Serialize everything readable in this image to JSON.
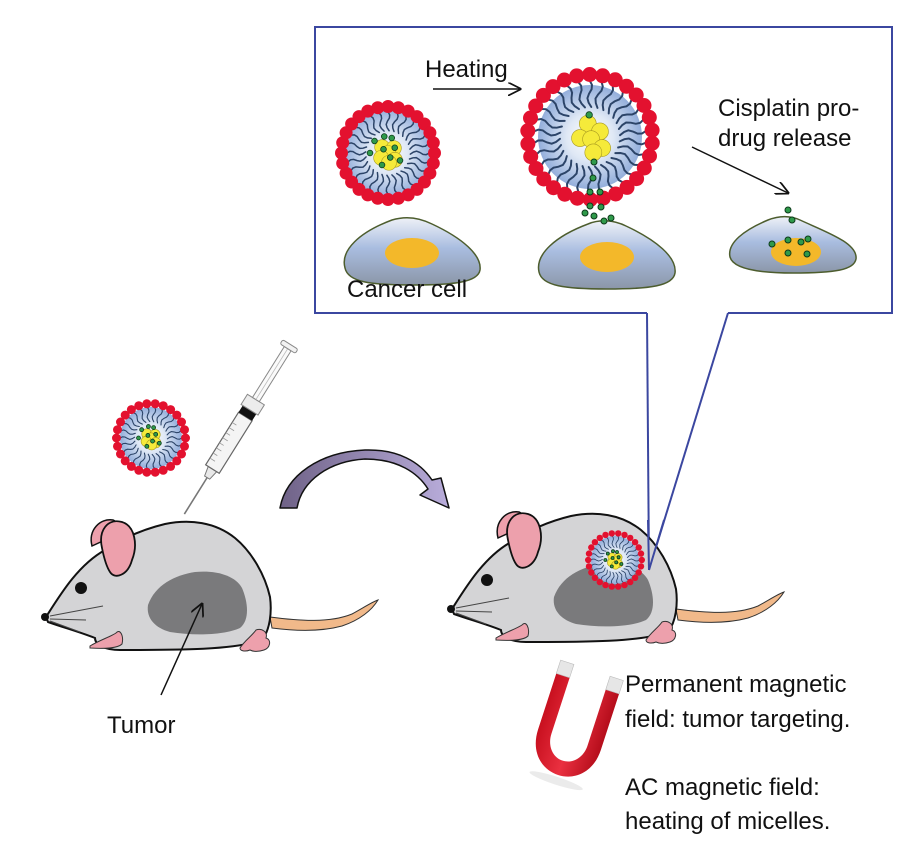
{
  "figure": {
    "title": "Magnetic micelle cisplatin prodrug delivery scheme",
    "colors": {
      "callout_border": "#3b47a0",
      "micelle_head": "#e3112f",
      "micelle_halo": "#9db6dc",
      "micelle_tail": "#2c4468",
      "core_particle": "#f5ea3a",
      "drug": "#1f7a3a",
      "cell_body": "#9fb3d4",
      "cell_outline": "#4d5d2e",
      "nucleus": "#f3b82a",
      "mouse_body": "#d4d4d6",
      "tumor": "#7a7a7c",
      "ear_paw": "#eda0ac",
      "tail": "#f1b98a",
      "transfer_arrow": "#9487b3",
      "magnet": "#d92232",
      "magnet_tip": "#e6e6e6"
    }
  },
  "callout": {
    "heating_label": "Heating",
    "release_label_line1": "Cisplatin pro-",
    "release_label_line2": "drug release",
    "cell_label": "Cancer cell",
    "stages": [
      "intact-micelle",
      "heated-micelle-releasing",
      "cell-with-drug"
    ]
  },
  "left_scene": {
    "tumor_label": "Tumor",
    "items": [
      "micelle",
      "syringe",
      "mouse-with-tumor"
    ]
  },
  "transfer_arrow": {
    "direction": "left-to-right"
  },
  "right_scene": {
    "items": [
      "mouse-with-targeted-micelle",
      "horseshoe-magnet"
    ],
    "caption_1_line1": "Permanent magnetic",
    "caption_1_line2": "field: tumor targeting.",
    "caption_2_line1": "AC magnetic field:",
    "caption_2_line2": "heating of micelles."
  }
}
